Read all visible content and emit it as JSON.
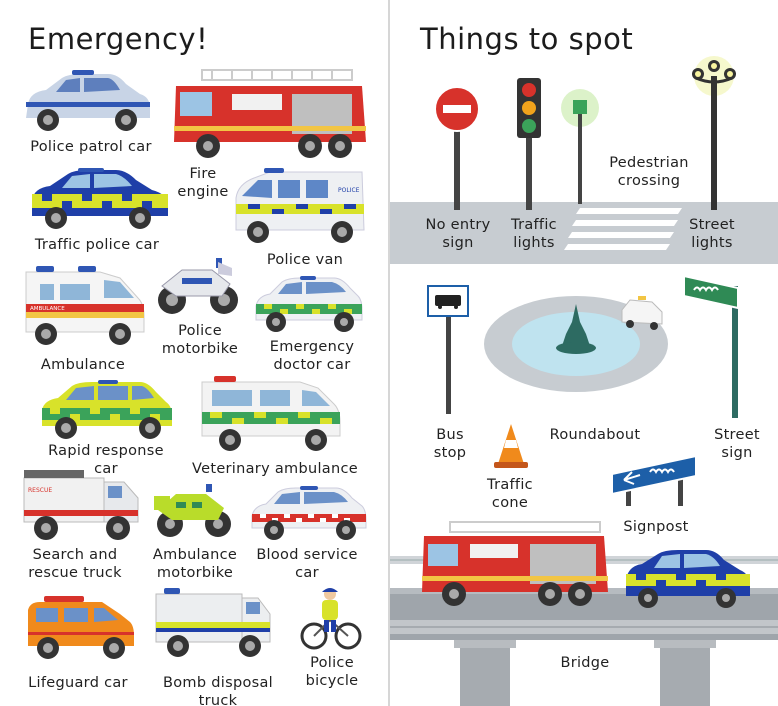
{
  "left_page": {
    "title": "Emergency!",
    "vehicles": [
      {
        "id": "police-patrol-car",
        "label": "Police patrol car"
      },
      {
        "id": "fire-engine",
        "label": "Fire\nengine"
      },
      {
        "id": "traffic-police-car",
        "label": "Traffic police car"
      },
      {
        "id": "police-van",
        "label": "Police van"
      },
      {
        "id": "ambulance",
        "label": "Ambulance"
      },
      {
        "id": "police-motorbike",
        "label": "Police\nmotorbike"
      },
      {
        "id": "emergency-doctor-car",
        "label": "Emergency\ndoctor car"
      },
      {
        "id": "rapid-response-car",
        "label": "Rapid response car"
      },
      {
        "id": "veterinary-ambulance",
        "label": "Veterinary ambulance"
      },
      {
        "id": "search-and-rescue-truck",
        "label": "Search and\nrescue truck"
      },
      {
        "id": "ambulance-motorbike",
        "label": "Ambulance\nmotorbike"
      },
      {
        "id": "blood-service-car",
        "label": "Blood service\ncar"
      },
      {
        "id": "lifeguard-car",
        "label": "Lifeguard car"
      },
      {
        "id": "bomb-disposal-truck",
        "label": "Bomb disposal truck"
      },
      {
        "id": "police-bicycle",
        "label": "Police\nbicycle"
      }
    ],
    "vehicle_texts": {
      "rescue": "RESCUE",
      "ambulance": "AMBULANCE",
      "police": "POLICE"
    }
  },
  "right_page": {
    "title": "Things to spot",
    "items": [
      {
        "id": "no-entry-sign",
        "label": "No entry\nsign"
      },
      {
        "id": "traffic-lights",
        "label": "Traffic\nlights"
      },
      {
        "id": "pedestrian-crossing",
        "label": "Pedestrian\ncrossing"
      },
      {
        "id": "street-lights",
        "label": "Street\nlights"
      },
      {
        "id": "bus-stop",
        "label": "Bus\nstop"
      },
      {
        "id": "roundabout",
        "label": "Roundabout"
      },
      {
        "id": "street-sign",
        "label": "Street\nsign"
      },
      {
        "id": "traffic-cone",
        "label": "Traffic\ncone"
      },
      {
        "id": "signpost",
        "label": "Signpost"
      },
      {
        "id": "bridge",
        "label": "Bridge"
      }
    ]
  },
  "colors": {
    "fire_red": "#d7322b",
    "police_blue": "#1f3fa8",
    "battenburg_yellow": "#d8e22a",
    "road_grey": "#c7ccd1",
    "water": "#bfe3ef",
    "sign_blue": "#1d5fa8",
    "sign_green": "#2f8a55"
  }
}
